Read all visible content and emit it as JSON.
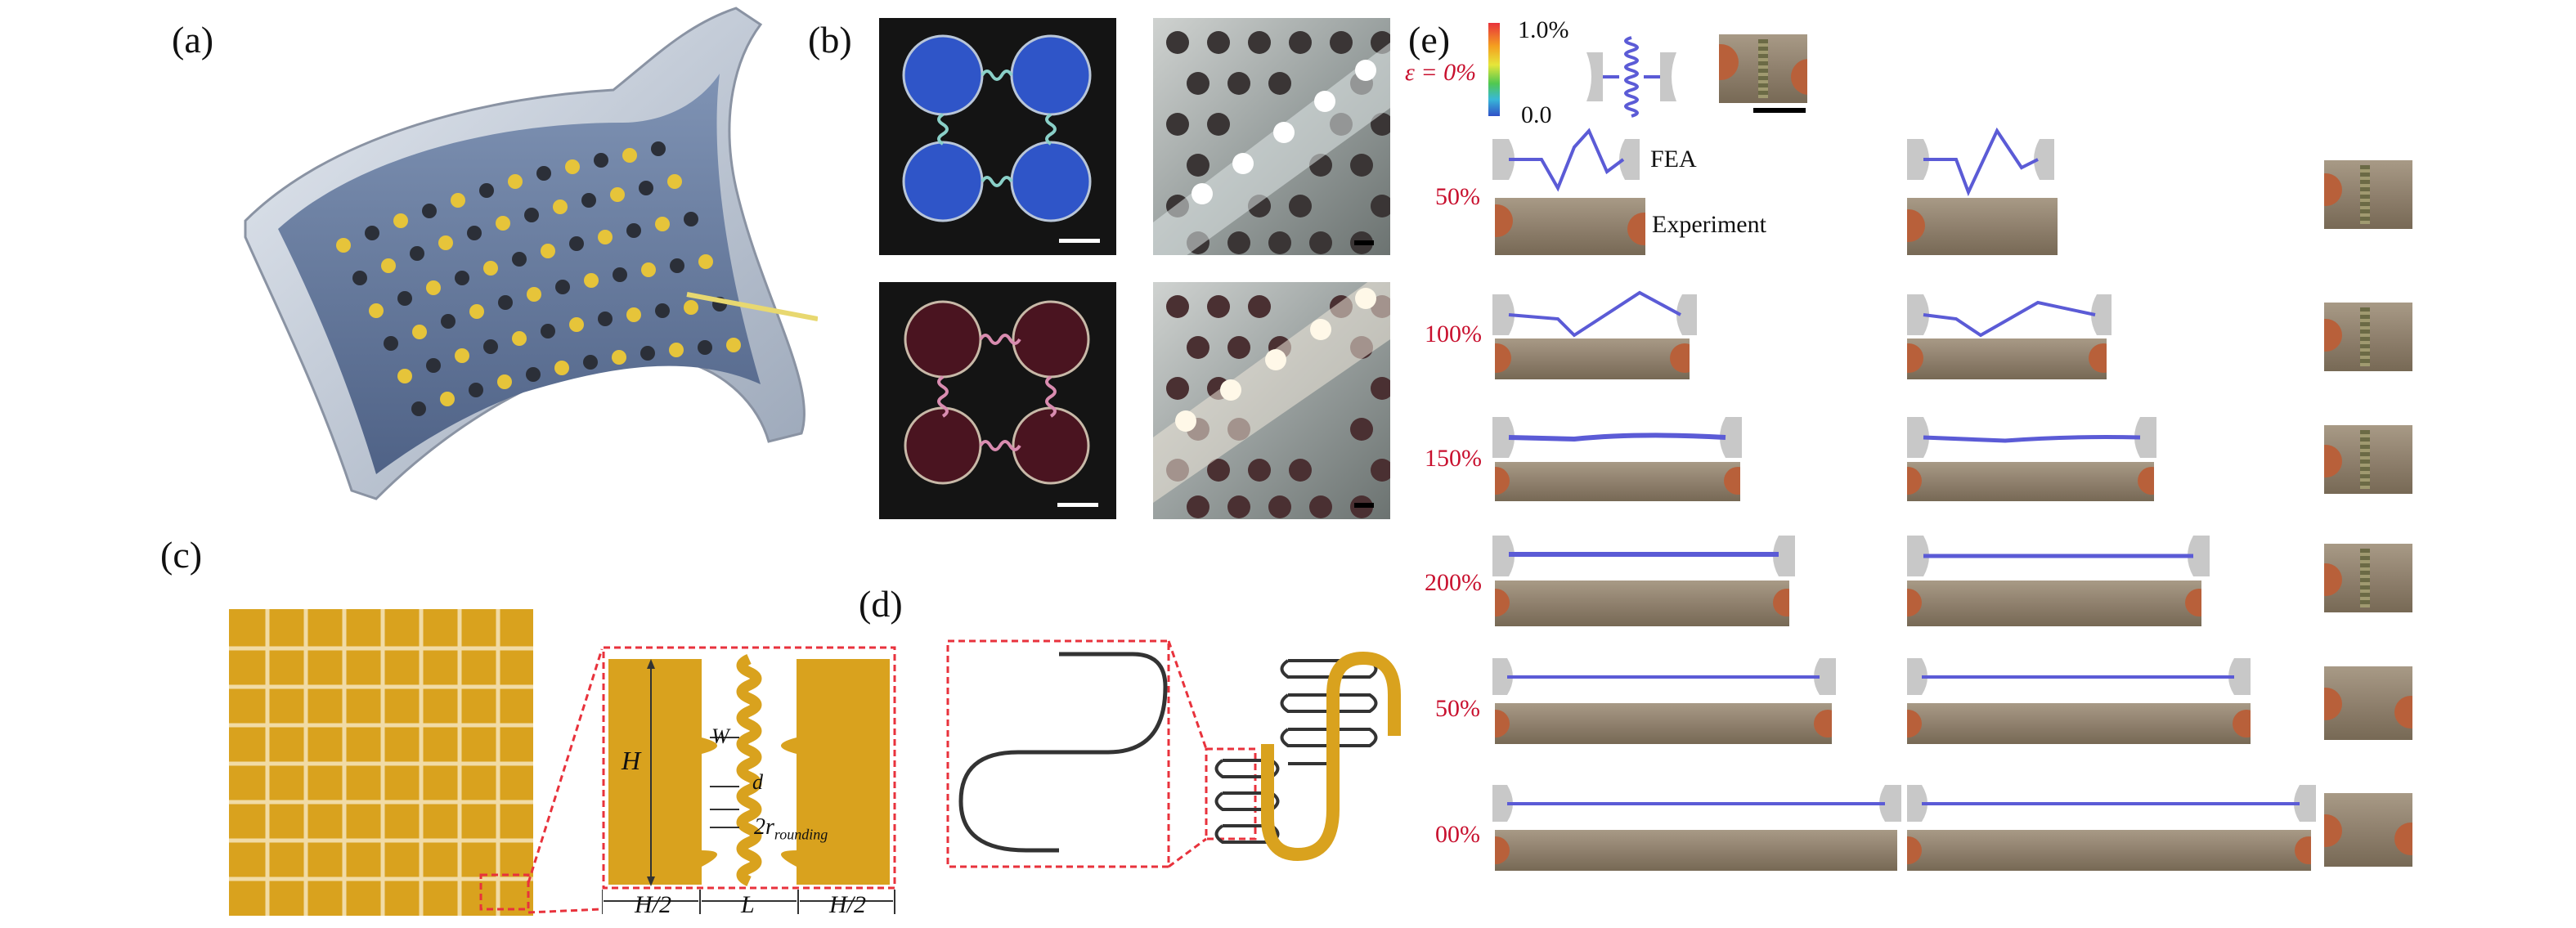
{
  "labels": {
    "a": "(a)",
    "b": "(b)",
    "c": "(c)",
    "d": "(d)",
    "e": "(e)"
  },
  "panel_c": {
    "H": "H",
    "W": "W",
    "d": "d",
    "r_prefix": "2r",
    "r_sub": "rounding",
    "half_H_left": "H/2",
    "L": "L",
    "half_H_right": "H/2"
  },
  "panel_e": {
    "colorbar_max": "1.0%",
    "colorbar_min": "0.0",
    "strain_header": "ε = 0%",
    "fea_label": "FEA",
    "experiment_label": "Experiment",
    "rows": [
      "50%",
      "100%",
      "150%",
      "200%",
      "50%",
      "00%"
    ]
  },
  "colors": {
    "gold": "#d9a21e",
    "red_dash": "#e8323c",
    "fea_blue": "#5b5bd6",
    "strain_red": "#c8102e"
  }
}
